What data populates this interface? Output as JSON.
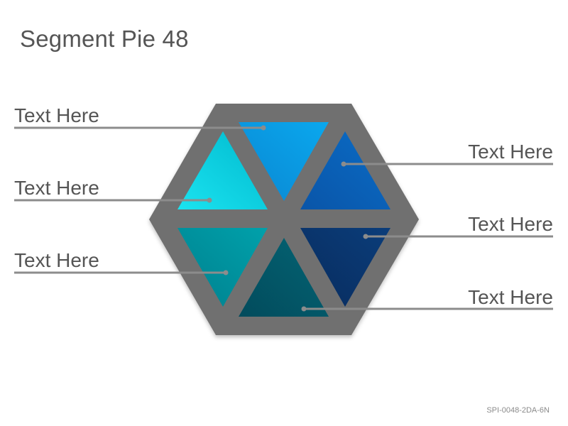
{
  "title": "Segment Pie 48",
  "code": "SPI-0048-2DA-6N",
  "segments": [
    {
      "label": "Text Here",
      "side": "left",
      "segment": "top",
      "color": "#0A9FE8"
    },
    {
      "label": "Text Here",
      "side": "left",
      "segment": "upper-left",
      "color": "#00D3E0"
    },
    {
      "label": "Text Here",
      "side": "left",
      "segment": "lower-left",
      "color": "#00939F"
    },
    {
      "label": "Text Here",
      "side": "right",
      "segment": "upper-right",
      "color": "#0A5FB8"
    },
    {
      "label": "Text Here",
      "side": "right",
      "segment": "lower-right",
      "color": "#0A3670"
    },
    {
      "label": "Text Here",
      "side": "right",
      "segment": "bottom",
      "color": "#03596A"
    }
  ],
  "colors": {
    "hexagon": "#707070",
    "connector": "#8c8c8c",
    "text": "#555555"
  }
}
